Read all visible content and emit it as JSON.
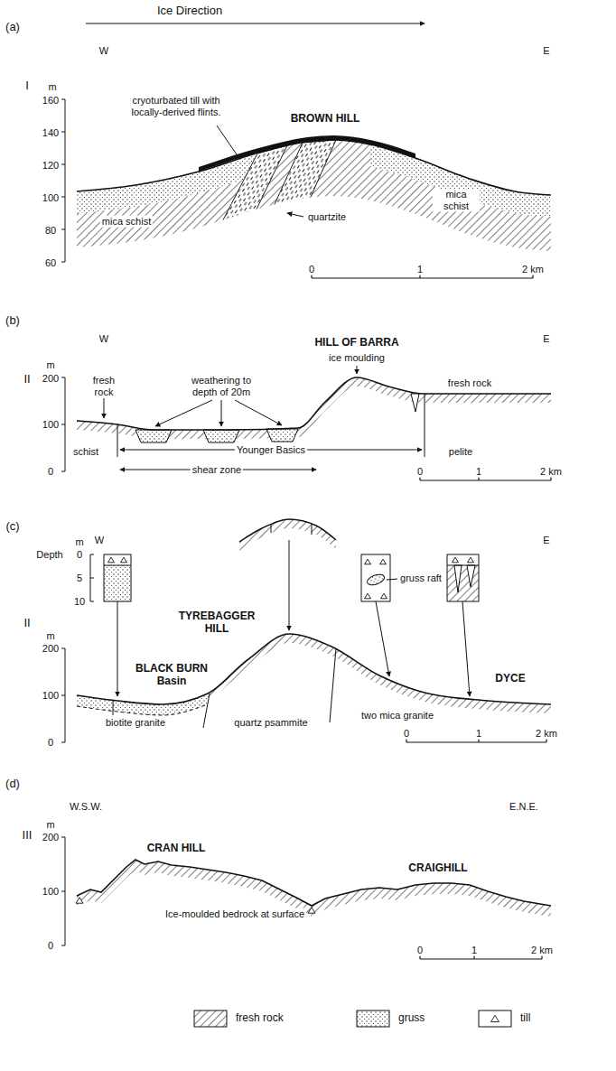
{
  "diagram": {
    "labels": [
      "Ice Direction",
      "(a)",
      "W",
      "E",
      "I",
      "m",
      "160",
      "140",
      "120",
      "100",
      "80",
      "60",
      "cryoturbated till with locally-derived flints.",
      "BROWN HILL",
      "mica schist",
      "quartzite",
      "mica schist",
      "0",
      "1",
      "2 km",
      "(b)",
      "W",
      "E",
      "HILL OF BARRA",
      "II",
      "m",
      "200",
      "100",
      "0",
      "fresh rock",
      "weathering to depth of 20m",
      "ice moulding",
      "fresh rock",
      "schist",
      "Younger Basics",
      "pelite",
      "shear zone",
      "0",
      "1",
      "2 km",
      "(c)",
      "W",
      "E",
      "m",
      "Depth",
      "0",
      "5",
      "10",
      "gruss raft",
      "II",
      "m",
      "200",
      "100",
      "0",
      "TYREBAGGER HILL",
      "BLACK BURN Basin",
      "DYCE",
      "biotite granite",
      "quartz psammite",
      "two mica granite",
      "0",
      "1",
      "2 km",
      "(d)",
      "W.S.W.",
      "E.N.E.",
      "III",
      "m",
      "200",
      "100",
      "0",
      "CRAN HILL",
      "CRAIGHILL",
      "Ice-moulded bedrock at surface",
      "0",
      "1",
      "2 km"
    ],
    "legend": [
      {
        "text": "fresh rock"
      },
      {
        "text": "gruss"
      },
      {
        "text": "till"
      }
    ]
  }
}
